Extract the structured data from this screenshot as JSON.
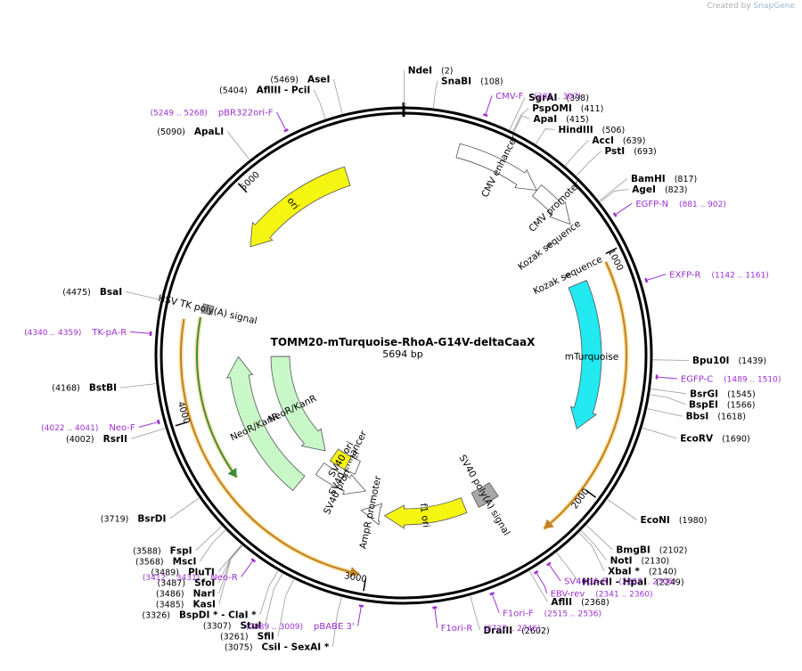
{
  "credit": {
    "prefix": "Created by",
    "brand": "SnapGene"
  },
  "plasmid": {
    "name": "TOMM20-mTurquoise-RhoA-G14V-deltaCaaX",
    "size_label": "5694 bp",
    "length": 5694
  },
  "sites": [
    {
      "name": "NdeI",
      "pos": "(2)",
      "p": 2
    },
    {
      "name": "SnaBI",
      "pos": "(108)",
      "p": 108
    },
    {
      "name": "SgrAI",
      "pos": "(398)",
      "p": 398
    },
    {
      "name": "PspOMI",
      "pos": "(411)",
      "p": 411
    },
    {
      "name": "ApaI",
      "pos": "(415)",
      "p": 415
    },
    {
      "name": "HindIII",
      "pos": "(506)",
      "p": 506
    },
    {
      "name": "AccI",
      "pos": "(639)",
      "p": 639
    },
    {
      "name": "PstI",
      "pos": "(693)",
      "p": 693
    },
    {
      "name": "BamHI",
      "pos": "(817)",
      "p": 817
    },
    {
      "name": "AgeI",
      "pos": "(823)",
      "p": 823
    },
    {
      "name": "Bpu10I",
      "pos": "(1439)",
      "p": 1439
    },
    {
      "name": "BsrGI",
      "pos": "(1545)",
      "p": 1545
    },
    {
      "name": "BspEI",
      "pos": "(1566)",
      "p": 1566
    },
    {
      "name": "BbsI",
      "pos": "(1618)",
      "p": 1618
    },
    {
      "name": "EcoRV",
      "pos": "(1690)",
      "p": 1690
    },
    {
      "name": "EcoNI",
      "pos": "(1980)",
      "p": 1980
    },
    {
      "name": "BmgBI",
      "pos": "(2102)",
      "p": 2102
    },
    {
      "name": "NotI",
      "pos": "(2130)",
      "p": 2130
    },
    {
      "name": "XbaI *",
      "pos": "(2140)",
      "p": 2140
    },
    {
      "name": "HincII  -  HpaI",
      "pos": "(2249)",
      "p": 2249
    },
    {
      "name": "AflII",
      "pos": "(2368)",
      "p": 2368
    },
    {
      "name": "DraIII",
      "pos": "(2602)",
      "p": 2602
    },
    {
      "name": "CsiI  -  SexAI *",
      "pos": "(3075)",
      "p": 3075
    },
    {
      "name": "SfiI",
      "pos": "(3261)",
      "p": 3261
    },
    {
      "name": "StuI",
      "pos": "(3307)",
      "p": 3307
    },
    {
      "name": "BspDI *  -  ClaI *",
      "pos": "(3326)",
      "p": 3326
    },
    {
      "name": "KasI",
      "pos": "(3485)",
      "p": 3485
    },
    {
      "name": "NarI",
      "pos": "(3486)",
      "p": 3486
    },
    {
      "name": "SfoI",
      "pos": "(3487)",
      "p": 3487
    },
    {
      "name": "PluTI",
      "pos": "(3489)",
      "p": 3489
    },
    {
      "name": "MscI",
      "pos": "(3568)",
      "p": 3568
    },
    {
      "name": "FspI",
      "pos": "(3588)",
      "p": 3588
    },
    {
      "name": "BsrDI",
      "pos": "(3719)",
      "p": 3719
    },
    {
      "name": "RsrII",
      "pos": "(4002)",
      "p": 4002
    },
    {
      "name": "BstBI",
      "pos": "(4168)",
      "p": 4168
    },
    {
      "name": "BsaI",
      "pos": "(4475)",
      "p": 4475
    },
    {
      "name": "ApaLI",
      "pos": "(5090)",
      "p": 5090
    },
    {
      "name": "AflIII  -  PciI",
      "pos": "(5404)",
      "p": 5404
    },
    {
      "name": "AseI",
      "pos": "(5469)",
      "p": 5469
    }
  ],
  "primers": [
    {
      "name": "CMV-F",
      "pos": "(287 .. 307)",
      "p": 297
    },
    {
      "name": "EGFP-N",
      "pos": "(881 .. 902)",
      "p": 891
    },
    {
      "name": "EXFP-R",
      "pos": "(1142 .. 1161)",
      "p": 1151
    },
    {
      "name": "EGFP-C",
      "pos": "(1489 .. 1510)",
      "p": 1500
    },
    {
      "name": "SV40pA-R",
      "pos": "(2287 .. 2306)",
      "p": 2296
    },
    {
      "name": "EBV-rev",
      "pos": "(2341 .. 2360)",
      "p": 2350
    },
    {
      "name": "F1ori-F",
      "pos": "(2515 .. 2536)",
      "p": 2525
    },
    {
      "name": "F1ori-R",
      "pos": "(2727 .. 2746)",
      "p": 2736
    },
    {
      "name": "pBABE 3'",
      "pos": "(2989 .. 3009)",
      "p": 2999
    },
    {
      "name": "Neo-R",
      "pos": "(3412 .. 3431)",
      "p": 3421
    },
    {
      "name": "Neo-F",
      "pos": "(4022 .. 4041)",
      "p": 4031
    },
    {
      "name": "TK-pA-R",
      "pos": "(4340 .. 4359)",
      "p": 4349
    },
    {
      "name": "pBR322ori-F",
      "pos": "(5249 .. 5268)",
      "p": 5258
    }
  ],
  "features": [
    {
      "name": "CMV enhancer",
      "start": 235,
      "end": 614,
      "dir": 1,
      "color": "#ffffff"
    },
    {
      "name": "CMV promoter",
      "start": 615,
      "end": 818,
      "dir": 1,
      "color": "#ffffff"
    },
    {
      "name": "Kozak sequence",
      "start": 830,
      "end": 840,
      "dir": 0,
      "color": "#a8a8a8"
    },
    {
      "name": "Kozak sequence",
      "start": 1005,
      "end": 1015,
      "dir": 0,
      "color": "#a8a8a8"
    },
    {
      "name": "mTurquoise",
      "start": 1070,
      "end": 1787,
      "dir": 1,
      "color": "#22e8f0"
    },
    {
      "name": "SV40 poly(A) signal",
      "start": 2310,
      "end": 2431,
      "dir": 0,
      "color": "#a8a8a8"
    },
    {
      "name": "f1 ori",
      "start": 2500,
      "end": 2955,
      "dir": 1,
      "color": "#f5f512"
    },
    {
      "name": "AmpR promoter",
      "start": 2985,
      "end": 3090,
      "dir": 1,
      "color": "#ffffff"
    },
    {
      "name": "SV40 promoter",
      "start": 3095,
      "end": 3425,
      "dir": -1,
      "color": "#ffffff"
    },
    {
      "name": "SV40 enhancer",
      "start": 3200,
      "end": 3365,
      "dir": 0,
      "color": "#ffffff"
    },
    {
      "name": "SV40 ori",
      "start": 3280,
      "end": 3400,
      "dir": 0,
      "color": "#f5f512"
    },
    {
      "name": "NeoR/KanR",
      "start": 3470,
      "end": 4264,
      "dir": 1,
      "color": "#c8f7c8"
    },
    {
      "name": "NeoR/KanR",
      "start": 3470,
      "end": 4264,
      "dir": -1,
      "color": "#c8f7c8"
    },
    {
      "name": "HSV TK poly(A) signal",
      "start": 4460,
      "end": 4500,
      "dir": 0,
      "color": "#a8a8a8"
    },
    {
      "name": "ori",
      "start": 4830,
      "end": 5418,
      "dir": -1,
      "color": "#f5f512"
    }
  ],
  "orfs": [
    {
      "start": 1030,
      "end": 2230,
      "dir": 1,
      "color": "#c08020"
    },
    {
      "start": 3030,
      "end": 4420,
      "dir": -1,
      "color": "#c08020"
    },
    {
      "start": 3700,
      "end": 4440,
      "dir": -1,
      "color": "#3c8c3c"
    }
  ],
  "ticks": [
    "1000",
    "2000",
    "3000",
    "4000",
    "5000"
  ]
}
